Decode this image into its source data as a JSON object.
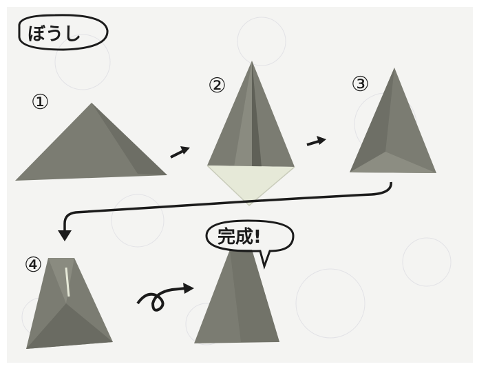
{
  "title": "ぼうし",
  "steps": [
    {
      "number": "①"
    },
    {
      "number": "②"
    },
    {
      "number": "③"
    },
    {
      "number": "④"
    }
  ],
  "done_label": "完成!",
  "colors": {
    "paper": "#f4f4f2",
    "origami": "#7b7c72",
    "origami_dark": "#63645b",
    "origami_light": "#9a9b90",
    "inner_flap": "#e6e9d8",
    "ink": "#1b1b1b",
    "frame": "#ffffff"
  },
  "icons": [
    "arrow-right-icon",
    "turn-over-icon",
    "speech-bubble-icon"
  ]
}
